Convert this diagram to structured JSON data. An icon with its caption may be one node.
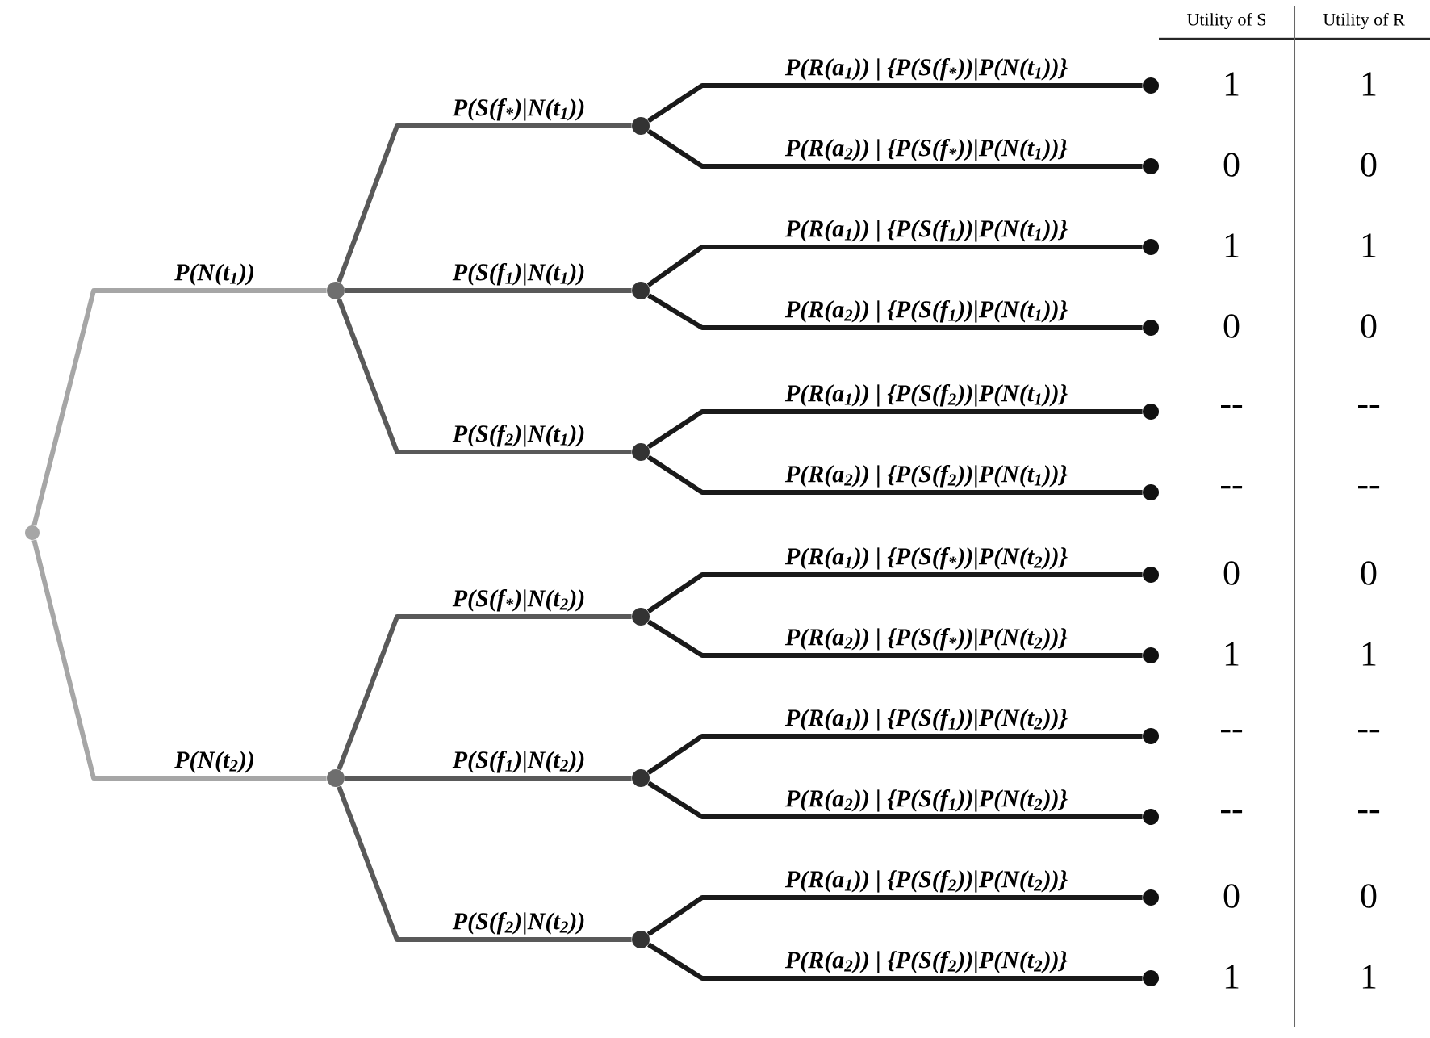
{
  "diagram": {
    "nodes": [
      {
        "text": [],
        "shape": "circle"
      },
      {
        "text": [],
        "shape": "circle"
      },
      {
        "text": [],
        "shape": "circle"
      },
      {
        "text": [],
        "shape": "circle"
      },
      {
        "text": [],
        "shape": "circle"
      },
      {
        "text": [],
        "shape": "circle"
      },
      {
        "text": [],
        "shape": "circle"
      },
      {
        "text": [],
        "shape": "circle"
      },
      {
        "text": [],
        "shape": "circle"
      },
      {
        "text": [],
        "shape": "circle"
      },
      {
        "text": [],
        "shape": "circle"
      },
      {
        "text": [],
        "shape": "circle"
      },
      {
        "text": [],
        "shape": "circle"
      },
      {
        "text": [],
        "shape": "circle"
      },
      {
        "text": [],
        "shape": "circle"
      },
      {
        "text": [],
        "shape": "circle"
      },
      {
        "text": [],
        "shape": "circle"
      },
      {
        "text": [],
        "shape": "circle"
      },
      {
        "text": [],
        "shape": "circle"
      },
      {
        "text": [],
        "shape": "circle"
      },
      {
        "text": [],
        "shape": "circle"
      }
    ],
    "edges": [
      {
        "from": 0,
        "to": 1,
        "arrow": "none",
        "label": "P(N(t$_{1}$))",
        "color": "#a6a6a6"
      },
      {
        "from": 0,
        "to": 2,
        "arrow": "none",
        "label": "P(N(t$_{2}$))",
        "color": "#a6a6a6"
      },
      {
        "from": 1,
        "to": 3,
        "arrow": "none",
        "label": "P(S(f$_{*}$)|N(t$_{1}$))",
        "color": "#595959"
      },
      {
        "from": 1,
        "to": 4,
        "arrow": "none",
        "label": "P(S(f$_{1}$)|N(t$_{1}$))",
        "color": "#595959"
      },
      {
        "from": 1,
        "to": 5,
        "arrow": "none",
        "label": "P(S(f$_{2}$)|N(t$_{1}$))",
        "color": "#595959"
      },
      {
        "from": 2,
        "to": 6,
        "arrow": "none",
        "label": "P(S(f$_{*}$)|N(t$_{2}$))",
        "color": "#595959"
      },
      {
        "from": 2,
        "to": 7,
        "arrow": "none",
        "label": "P(S(f$_{1}$)|N(t$_{2}$))",
        "color": "#595959"
      },
      {
        "from": 2,
        "to": 8,
        "arrow": "none",
        "label": "P(S(f$_{2}$)|N(t$_{2}$))",
        "color": "#595959"
      },
      {
        "from": 3,
        "to": 9,
        "arrow": "none",
        "label": "P(R(a$_{1}$)) | {P(S(f$_{*}$))|P(N(t$_{1}$))}"
      },
      {
        "from": 3,
        "to": 10,
        "arrow": "none",
        "label": "P(R(a$_{2}$)) | {P(S(f$_{*}$))|P(N(t$_{1}$))}"
      },
      {
        "from": 4,
        "to": 11,
        "arrow": "none",
        "label": "P(R(a$_{1}$)) | {P(S(f$_{1}$))|P(N(t$_{1}$))}"
      },
      {
        "from": 4,
        "to": 12,
        "arrow": "none",
        "label": "P(R(a$_{2}$)) | {P(S(f$_{1}$))|P(N(t$_{1}$))}"
      },
      {
        "from": 5,
        "to": 13,
        "arrow": "none",
        "label": "P(R(a$_{1}$)) | {P(S(f$_{2}$))|P(N(t$_{1}$))}"
      },
      {
        "from": 5,
        "to": 14,
        "arrow": "none",
        "label": "P(R(a$_{2}$)) | {P(S(f$_{2}$))|P(N(t$_{1}$))}"
      },
      {
        "from": 6,
        "to": 15,
        "arrow": "none",
        "label": "P(R(a$_{1}$)) | {P(S(f$_{*}$))|P(N(t$_{2}$))}"
      },
      {
        "from": 6,
        "to": 16,
        "arrow": "none",
        "label": "P(R(a$_{2}$)) | {P(S(f$_{*}$))|P(N(t$_{2}$))}"
      },
      {
        "from": 7,
        "to": 17,
        "arrow": "none",
        "label": "P(R(a$_{1}$)) | {P(S(f$_{1}$))|P(N(t$_{2}$))}"
      },
      {
        "from": 7,
        "to": 18,
        "arrow": "none",
        "label": "P(R(a$_{2}$)) | {P(S(f$_{1}$))|P(N(t$_{2}$))}"
      },
      {
        "from": 8,
        "to": 19,
        "arrow": "none",
        "label": "P(R(a$_{1}$)) | {P(S(f$_{2}$))|P(N(t$_{2}$))}"
      },
      {
        "from": 8,
        "to": 20,
        "arrow": "none",
        "label": "P(R(a$_{2}$)) | {P(S(f$_{2}$))|P(N(t$_{2}$))}"
      }
    ],
    "labels": [
      "Utility of S",
      "Utility of R",
      "1",
      "1",
      "0",
      "0",
      "1",
      "1",
      "0",
      "0",
      "--",
      "--",
      "--",
      "--",
      "0",
      "0",
      "1",
      "1",
      "--",
      "--",
      "--",
      "--",
      "0",
      "0",
      "1",
      "1"
    ]
  }
}
